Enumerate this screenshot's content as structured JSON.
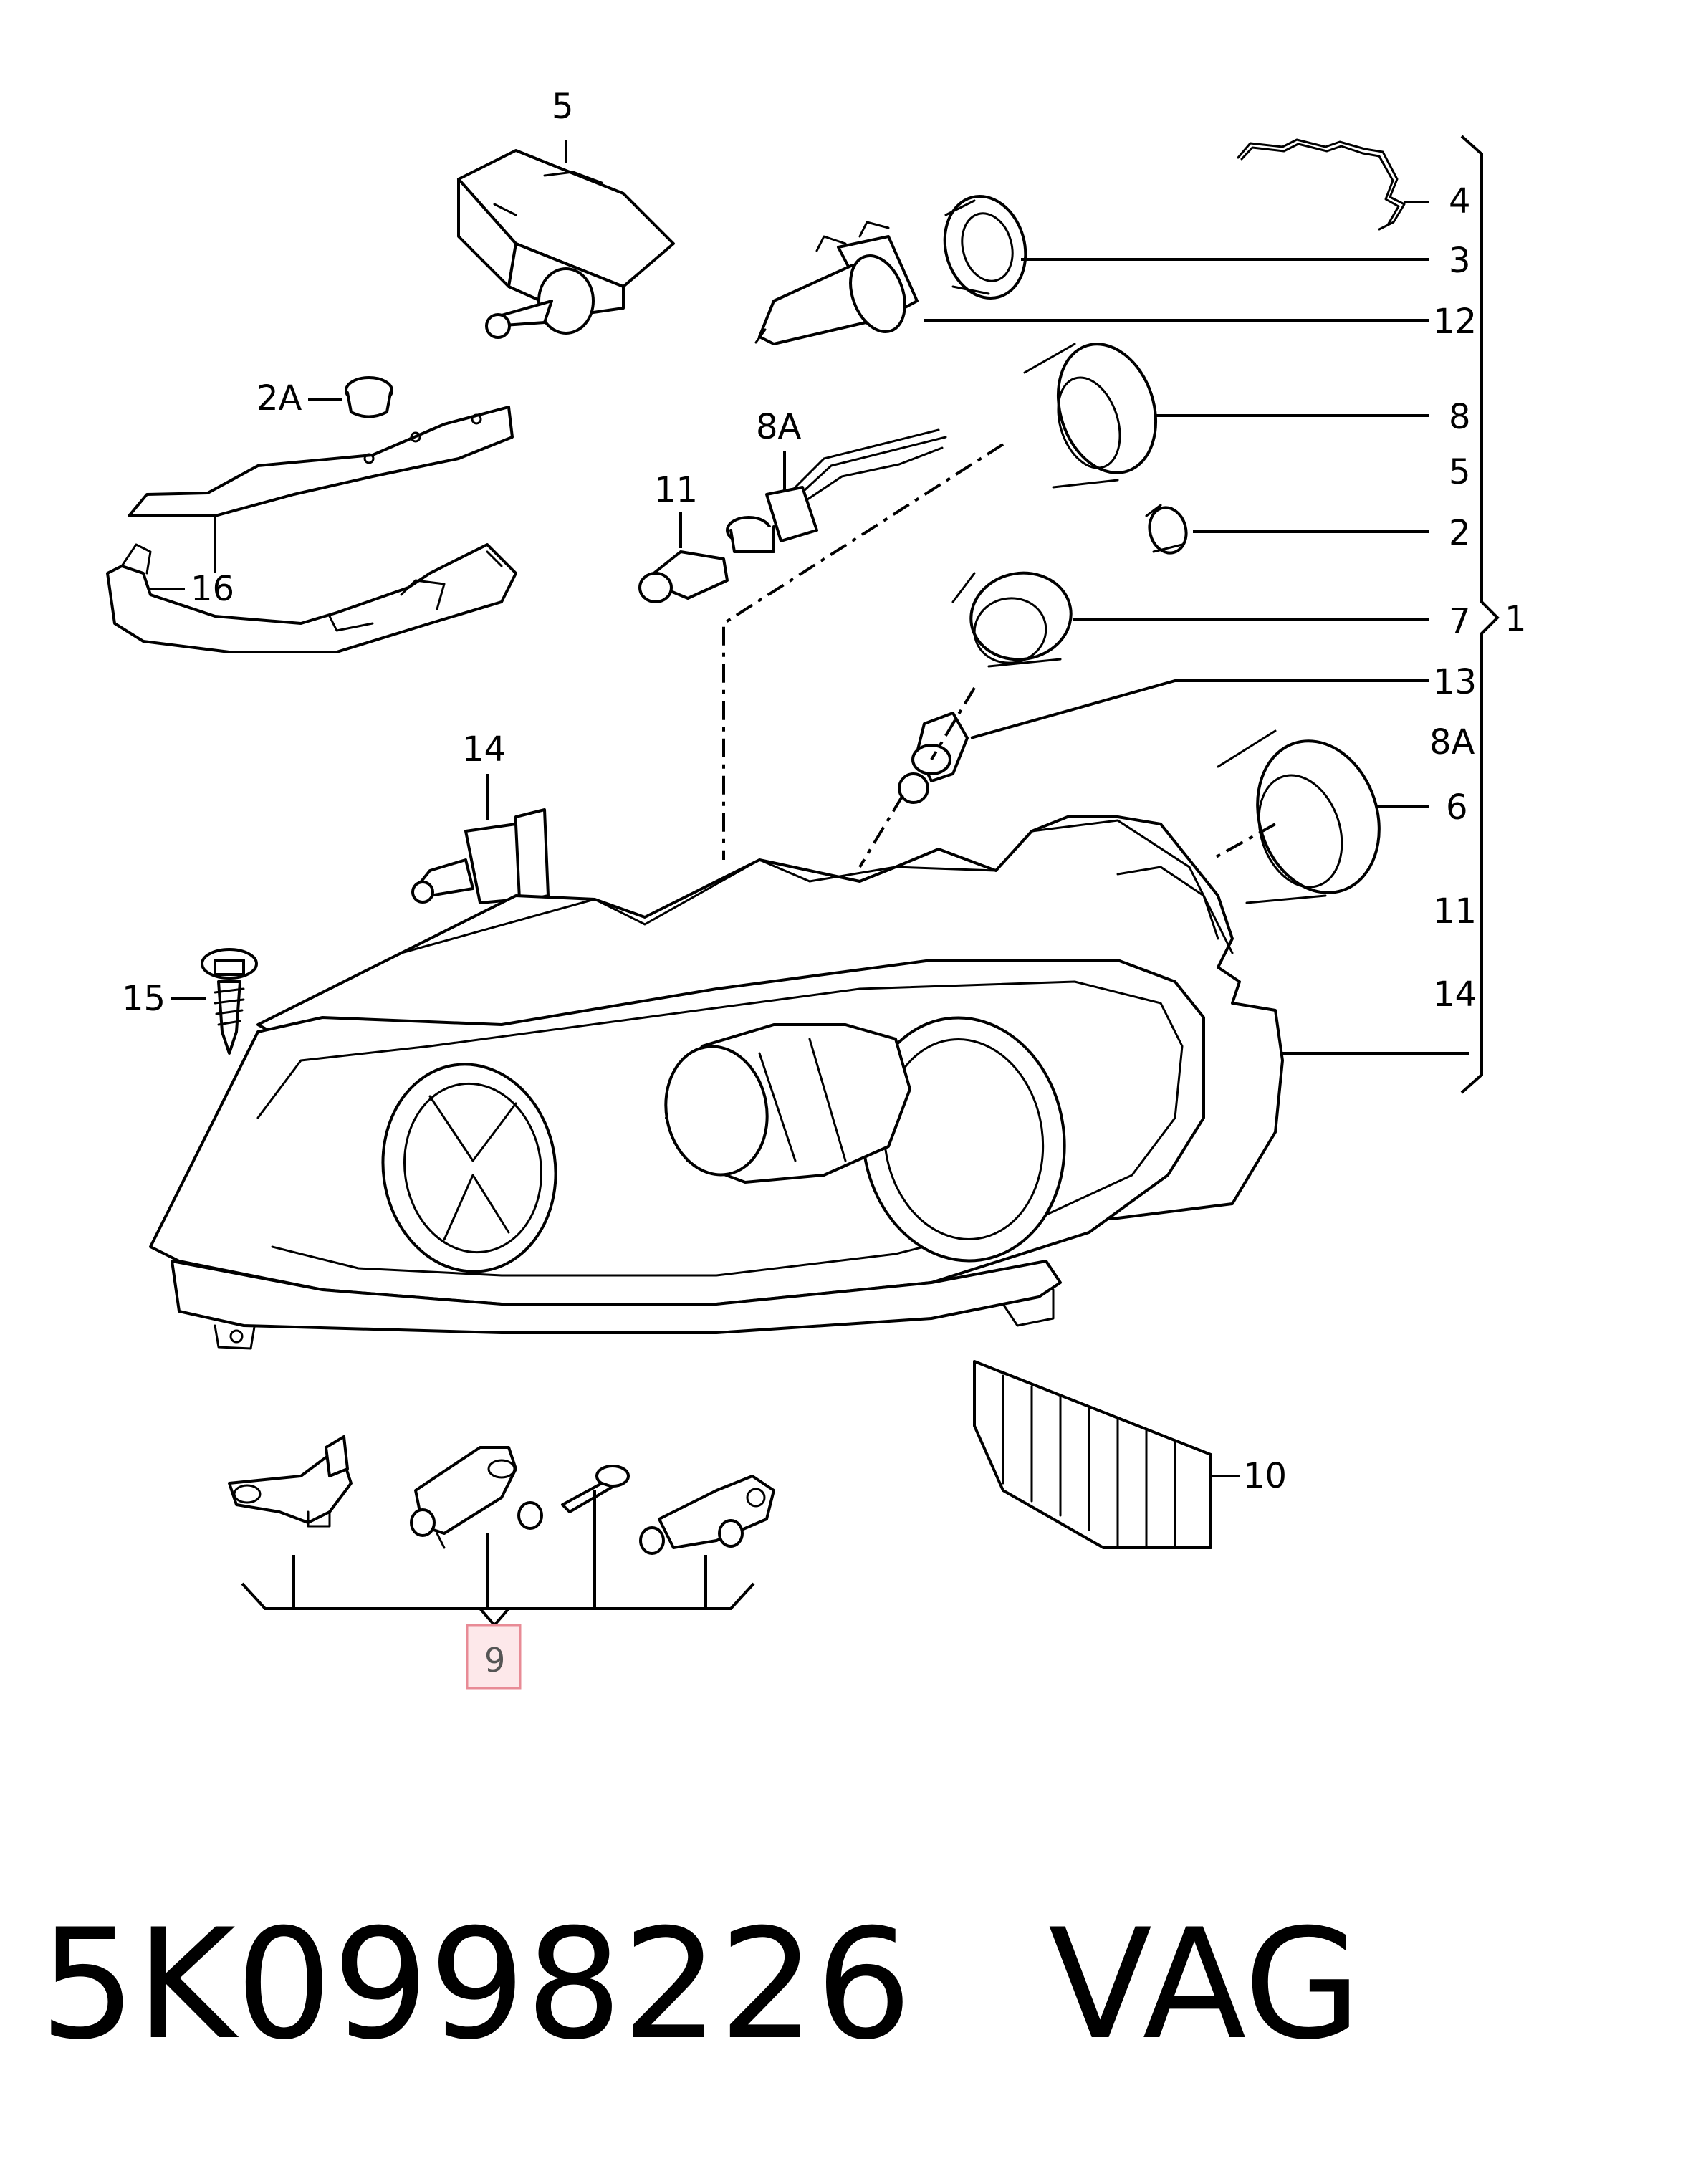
{
  "callouts": {
    "c5_top": "5",
    "c2A": "2A",
    "c16": "16",
    "c8A_mid": "8A",
    "c11_mid": "11",
    "c14_mid": "14",
    "c15": "15",
    "c9": "9",
    "c10": "10",
    "r4": "4",
    "r3": "3",
    "r12": "12",
    "r8": "8",
    "r5": "5",
    "r2": "2",
    "r7": "7",
    "r1": "1",
    "r13": "13",
    "r8A": "8A",
    "r6": "6",
    "r11": "11",
    "r14": "14"
  },
  "footer": {
    "part_number": "5K0998226",
    "brand": "VAG"
  },
  "colors": {
    "line": "#000000",
    "highlight_fill": "#fde8ea",
    "highlight_border": "#e88b96"
  }
}
